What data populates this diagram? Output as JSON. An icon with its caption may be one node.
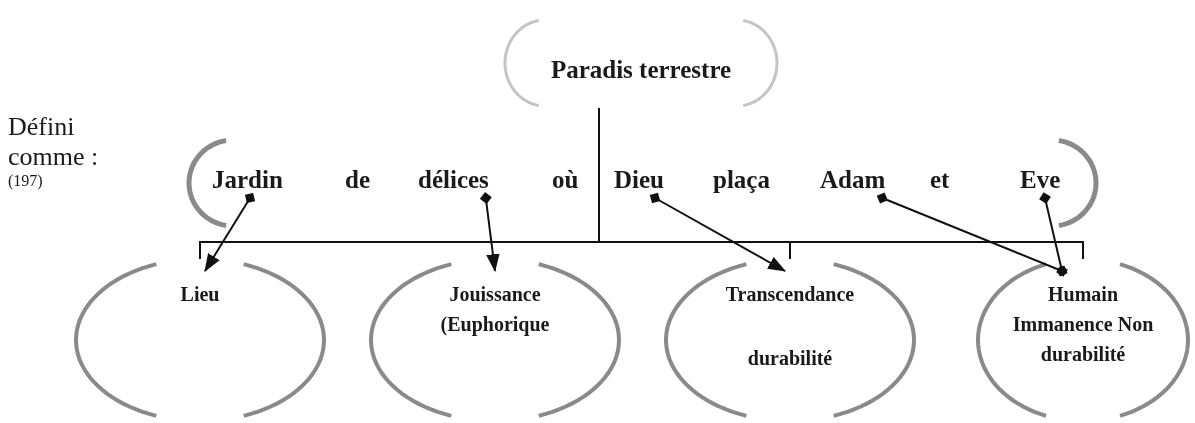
{
  "diagram": {
    "nodes": [
      {
        "text": [
          "Paradis terrestre"
        ]
      },
      {
        "text": [],
        "shape": "band"
      },
      {
        "text": [
          "Jardin"
        ],
        "in": 1
      },
      {
        "text": [
          "de"
        ],
        "in": 1
      },
      {
        "text": [
          "délices"
        ],
        "in": 1
      },
      {
        "text": [
          "où"
        ],
        "in": 1
      },
      {
        "text": [
          "Dieu"
        ],
        "in": 1
      },
      {
        "text": [
          "plaça"
        ],
        "in": 1
      },
      {
        "text": [
          "Adam"
        ],
        "in": 1
      },
      {
        "text": [
          "et"
        ],
        "in": 1
      },
      {
        "text": [
          "Eve"
        ],
        "in": 1
      },
      {
        "text": [
          "Lieu"
        ]
      },
      {
        "text": [
          "Jouissance (Euphorique"
        ]
      },
      {
        "text": [
          "Transcendance",
          "durabilité"
        ]
      },
      {
        "text": [
          "Humain Immanence Non durabilité"
        ]
      }
    ],
    "edges": [
      {
        "from": 0,
        "to": 11,
        "arrow": "none"
      },
      {
        "from": 0,
        "to": 13,
        "arrow": "none"
      },
      {
        "from": 0,
        "to": 14,
        "arrow": "none"
      },
      {
        "from": 2,
        "to": 11,
        "arrow": "to"
      },
      {
        "from": 4,
        "to": 12,
        "arrow": "to"
      },
      {
        "from": 6,
        "to": 13,
        "arrow": "to"
      },
      {
        "from": 8,
        "to": 14,
        "arrow": "other"
      },
      {
        "from": 10,
        "to": 14,
        "arrow": "other"
      }
    ],
    "labels": [
      "Défini comme :",
      "(197)"
    ]
  }
}
